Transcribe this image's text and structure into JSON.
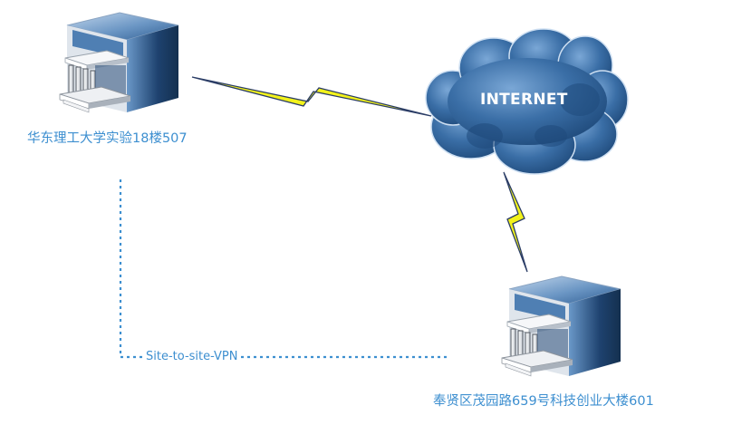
{
  "nodes": {
    "site_a": {
      "label": "华东理工大学实验18楼507"
    },
    "site_b": {
      "label": "奉贤区茂园路659号科技创业大楼601"
    },
    "internet": {
      "label": "INTERNET"
    }
  },
  "connections": {
    "vpn": {
      "label": "Site-to-site-VPN",
      "style": "dotted"
    },
    "wan_a": {
      "style": "lightning"
    },
    "wan_b": {
      "style": "lightning"
    }
  },
  "colors": {
    "label": "#3d8fd0",
    "vpn_line": "#3d8fd0",
    "lightning_fill": "#f2f21b",
    "lightning_stroke": "#2b3d66",
    "cloud": "#2a5a8e",
    "server_top": "#5a87b8",
    "server_side": "#1d3f6c"
  },
  "icons": {
    "server": "server-icon",
    "cloud": "cloud-icon",
    "lightning": "lightning-link-icon"
  }
}
